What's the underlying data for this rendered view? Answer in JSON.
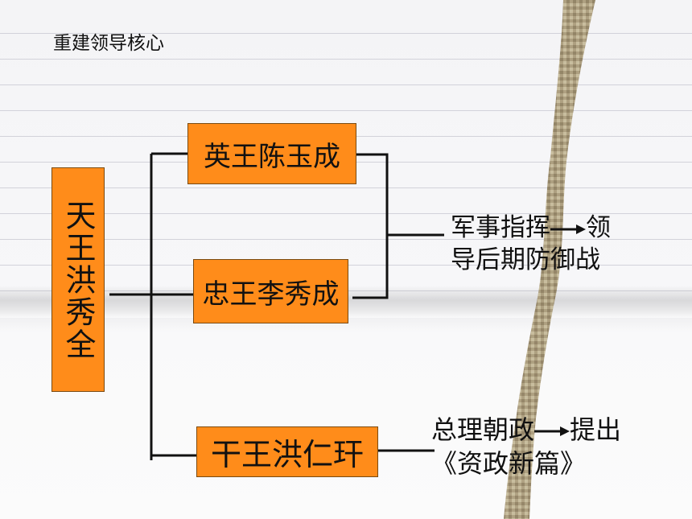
{
  "title": "重建领导核心",
  "root": {
    "label": "天王洪秀全"
  },
  "leaders": [
    {
      "label": "英王陈玉成"
    },
    {
      "label": "忠王李秀成"
    },
    {
      "label": "干王洪仁玕"
    }
  ],
  "notes": {
    "military": {
      "line1_a": "军事指挥",
      "line1_b": "领",
      "line2": "导后期防御战"
    },
    "politics": {
      "line1_a": "总理朝政",
      "line1_b": "提出",
      "line2": "《资政新篇》"
    }
  },
  "colors": {
    "box_fill": "#ff8c1a",
    "box_border": "#7a4a10",
    "line": "#111111"
  }
}
